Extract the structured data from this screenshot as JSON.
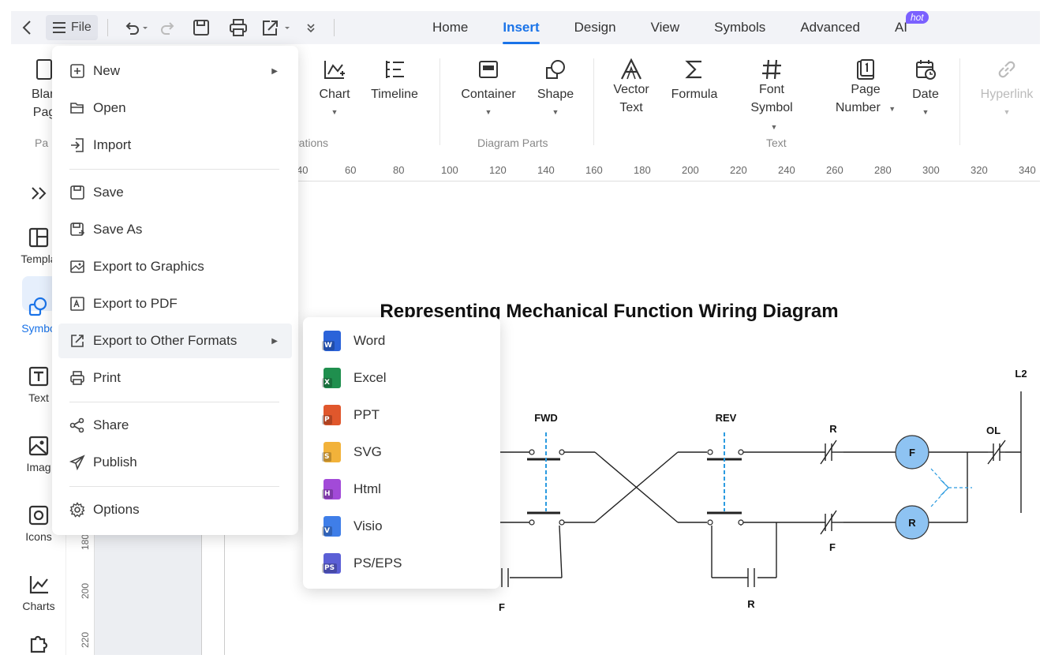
{
  "topbar": {
    "file_label": "File",
    "tabs": [
      {
        "label": "Home"
      },
      {
        "label": "Insert"
      },
      {
        "label": "Design"
      },
      {
        "label": "View"
      },
      {
        "label": "Symbols"
      },
      {
        "label": "Advanced"
      },
      {
        "label": "AI"
      }
    ],
    "active_tab": "Insert",
    "ai_badge": "hot",
    "accent": "#1a73e8"
  },
  "ribbon": {
    "items": {
      "blank_page": [
        "Blan",
        "Pag"
      ],
      "chart": "Chart",
      "timeline": "Timeline",
      "container": "Container",
      "shape": "Shape",
      "vector_text": [
        "Vector",
        "Text"
      ],
      "formula": "Formula",
      "font_symbol": [
        "Font",
        "Symbol"
      ],
      "page_number": [
        "Page",
        "Number"
      ],
      "date": "Date",
      "hyperlink": "Hyperlink"
    },
    "groups": {
      "pages": "Pa",
      "illustrations": "rations",
      "diagram_parts": "Diagram Parts",
      "text": "Text"
    }
  },
  "ruler": {
    "ticks": [
      "40",
      "60",
      "80",
      "100",
      "120",
      "140",
      "160",
      "180",
      "200",
      "220",
      "240",
      "260",
      "280",
      "300",
      "320",
      "340"
    ],
    "vticks": [
      "180",
      "200",
      "220"
    ]
  },
  "sidebar": {
    "items": [
      {
        "label": ""
      },
      {
        "label": "Templa"
      },
      {
        "label": "Symbo"
      },
      {
        "label": "Text"
      },
      {
        "label": "Imag"
      },
      {
        "label": "Icons"
      },
      {
        "label": "Charts"
      },
      {
        "label": ""
      }
    ]
  },
  "file_menu": {
    "items": [
      {
        "label": "New"
      },
      {
        "label": "Open"
      },
      {
        "label": "Import"
      },
      {
        "label": "Save"
      },
      {
        "label": "Save As"
      },
      {
        "label": "Export to Graphics"
      },
      {
        "label": "Export to PDF"
      },
      {
        "label": "Export to Other Formats"
      },
      {
        "label": "Print"
      },
      {
        "label": "Share"
      },
      {
        "label": "Publish"
      },
      {
        "label": "Options"
      }
    ],
    "highlighted": "Export to Other Formats"
  },
  "export_submenu": {
    "items": [
      {
        "label": "Word",
        "icon": "W",
        "color": "#2b63d9"
      },
      {
        "label": "Excel",
        "icon": "X",
        "color": "#1f8f4e"
      },
      {
        "label": "PPT",
        "icon": "P",
        "color": "#e0572c"
      },
      {
        "label": "SVG",
        "icon": "S",
        "color": "#f2b23a"
      },
      {
        "label": "Html",
        "icon": "H",
        "color": "#a24ad8"
      },
      {
        "label": "Visio",
        "icon": "V",
        "color": "#3f7ee8"
      },
      {
        "label": "PS/EPS",
        "icon": "PS",
        "color": "#5b5fd6"
      }
    ]
  },
  "diagram": {
    "title": "Representing Mechanical Function Wiring Diagram",
    "labels": {
      "l2": "L2",
      "fwd": "FWD",
      "rev": "REV",
      "r_top": "R",
      "ol": "OL",
      "f_coil": "F",
      "r_coil": "R",
      "f_contact": "F",
      "f_bottom": "F",
      "r_bottom": "R"
    },
    "coil_color": "#8ec3f2"
  }
}
